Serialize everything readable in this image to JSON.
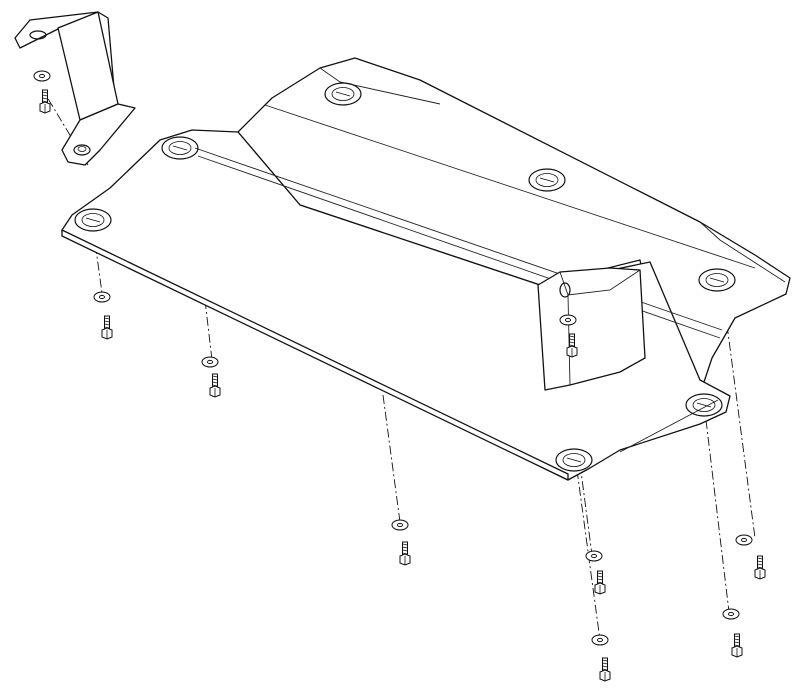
{
  "diagram": {
    "type": "exploded-assembly-drawing",
    "parts": [
      {
        "name": "skid-plate",
        "count": 1
      },
      {
        "name": "mounting-bracket",
        "count": 2
      },
      {
        "name": "washer",
        "count": 9
      },
      {
        "name": "bolt",
        "count": 9
      }
    ],
    "colors": {
      "line": "#111111",
      "background": "#ffffff"
    }
  }
}
